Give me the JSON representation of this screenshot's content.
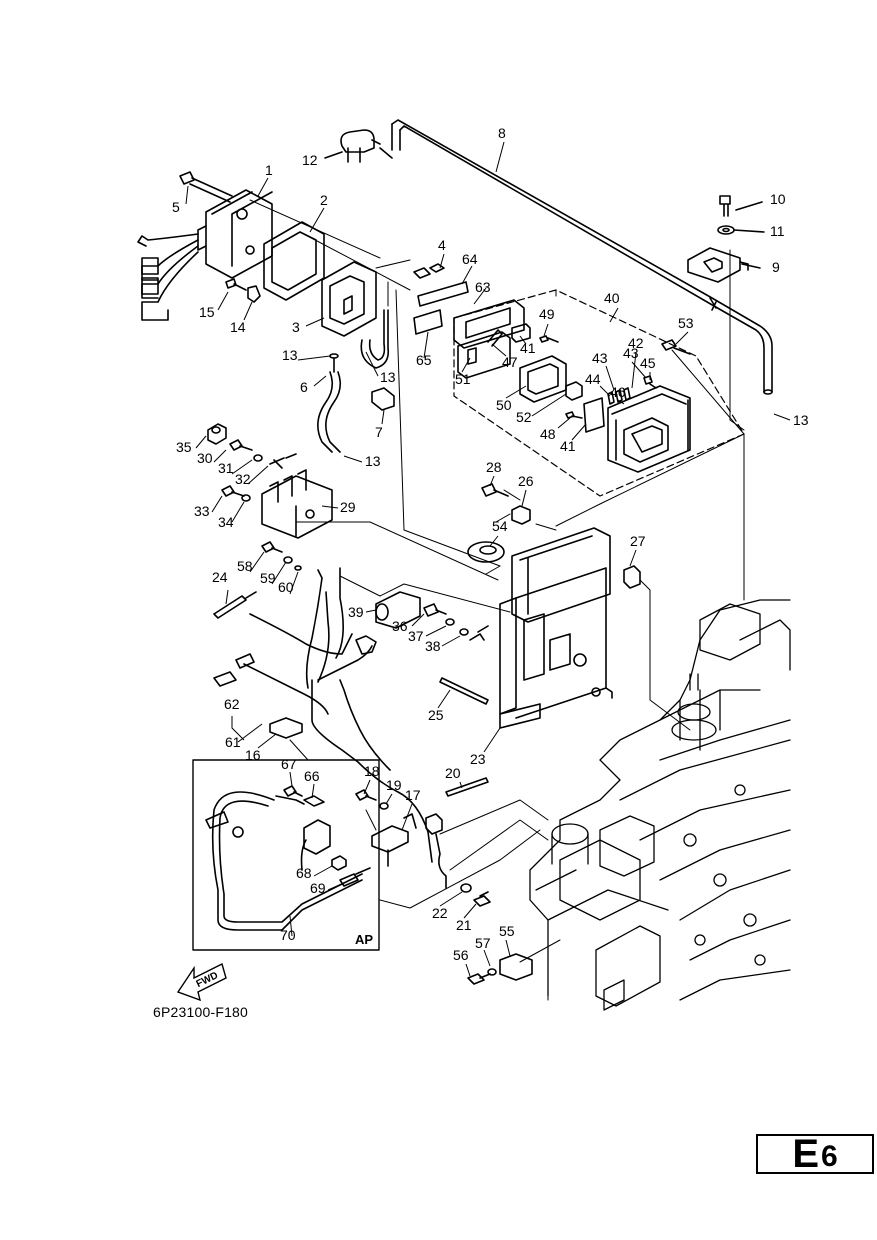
{
  "diagram": {
    "drawing_code": "6P23100-F180",
    "page_letter": "E",
    "page_number": "6",
    "ap_label": "AP",
    "fwd_label": "FWD",
    "callouts": [
      {
        "id": "c1",
        "text": "1"
      },
      {
        "id": "c2",
        "text": "2"
      },
      {
        "id": "c3",
        "text": "3"
      },
      {
        "id": "c4",
        "text": "4"
      },
      {
        "id": "c5",
        "text": "5"
      },
      {
        "id": "c6",
        "text": "6"
      },
      {
        "id": "c7",
        "text": "7"
      },
      {
        "id": "c8",
        "text": "8"
      },
      {
        "id": "c9",
        "text": "9"
      },
      {
        "id": "c10",
        "text": "10"
      },
      {
        "id": "c11",
        "text": "11"
      },
      {
        "id": "c12",
        "text": "12"
      },
      {
        "id": "c13a",
        "text": "13"
      },
      {
        "id": "c13b",
        "text": "13"
      },
      {
        "id": "c13c",
        "text": "13"
      },
      {
        "id": "c13d",
        "text": "13"
      },
      {
        "id": "c14",
        "text": "14"
      },
      {
        "id": "c15",
        "text": "15"
      },
      {
        "id": "c16",
        "text": "16"
      },
      {
        "id": "c17",
        "text": "17"
      },
      {
        "id": "c18",
        "text": "18"
      },
      {
        "id": "c19",
        "text": "19"
      },
      {
        "id": "c20",
        "text": "20"
      },
      {
        "id": "c21",
        "text": "21"
      },
      {
        "id": "c22",
        "text": "22"
      },
      {
        "id": "c23",
        "text": "23"
      },
      {
        "id": "c24",
        "text": "24"
      },
      {
        "id": "c25",
        "text": "25"
      },
      {
        "id": "c26",
        "text": "26"
      },
      {
        "id": "c27",
        "text": "27"
      },
      {
        "id": "c28",
        "text": "28"
      },
      {
        "id": "c29",
        "text": "29"
      },
      {
        "id": "c30",
        "text": "30"
      },
      {
        "id": "c31",
        "text": "31"
      },
      {
        "id": "c32",
        "text": "32"
      },
      {
        "id": "c33",
        "text": "33"
      },
      {
        "id": "c34",
        "text": "34"
      },
      {
        "id": "c35",
        "text": "35"
      },
      {
        "id": "c36",
        "text": "36"
      },
      {
        "id": "c37",
        "text": "37"
      },
      {
        "id": "c38",
        "text": "38"
      },
      {
        "id": "c39",
        "text": "39"
      },
      {
        "id": "c40",
        "text": "40"
      },
      {
        "id": "c41a",
        "text": "41"
      },
      {
        "id": "c41b",
        "text": "41"
      },
      {
        "id": "c42",
        "text": "42"
      },
      {
        "id": "c43a",
        "text": "43"
      },
      {
        "id": "c43b",
        "text": "43"
      },
      {
        "id": "c44",
        "text": "44"
      },
      {
        "id": "c45",
        "text": "45"
      },
      {
        "id": "c46",
        "text": "46"
      },
      {
        "id": "c47",
        "text": "47"
      },
      {
        "id": "c48",
        "text": "48"
      },
      {
        "id": "c49",
        "text": "49"
      },
      {
        "id": "c50",
        "text": "50"
      },
      {
        "id": "c51",
        "text": "51"
      },
      {
        "id": "c52",
        "text": "52"
      },
      {
        "id": "c53",
        "text": "53"
      },
      {
        "id": "c54",
        "text": "54"
      },
      {
        "id": "c55",
        "text": "55"
      },
      {
        "id": "c56",
        "text": "56"
      },
      {
        "id": "c57",
        "text": "57"
      },
      {
        "id": "c58",
        "text": "58"
      },
      {
        "id": "c59",
        "text": "59"
      },
      {
        "id": "c60",
        "text": "60"
      },
      {
        "id": "c61",
        "text": "61"
      },
      {
        "id": "c62",
        "text": "62"
      },
      {
        "id": "c63",
        "text": "63"
      },
      {
        "id": "c64",
        "text": "64"
      },
      {
        "id": "c65",
        "text": "65"
      },
      {
        "id": "c66",
        "text": "66"
      },
      {
        "id": "c67",
        "text": "67"
      },
      {
        "id": "c68",
        "text": "68"
      },
      {
        "id": "c69",
        "text": "69"
      },
      {
        "id": "c70",
        "text": "70"
      }
    ]
  }
}
